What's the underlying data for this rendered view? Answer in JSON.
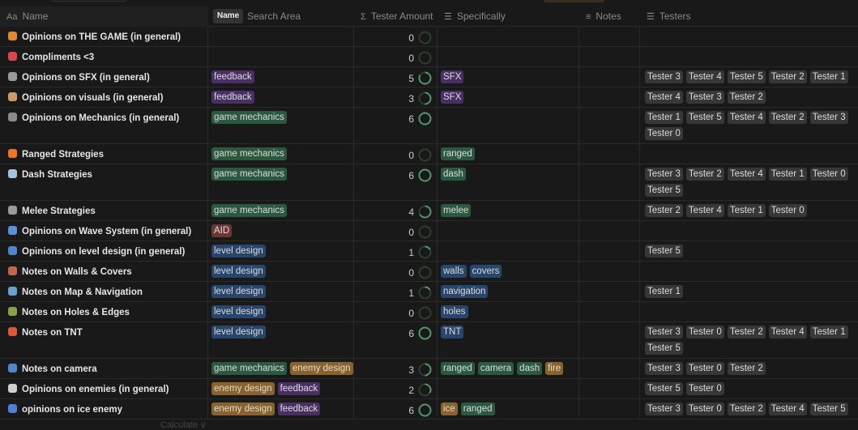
{
  "header": {
    "columns": [
      {
        "icon": "Aa",
        "label": "Name"
      },
      {
        "icon": "",
        "label": "Search Area"
      },
      {
        "icon": "Σ",
        "label": "Tester Amount"
      },
      {
        "icon": "☰",
        "label": "Specifically"
      },
      {
        "icon": "≡",
        "label": "Notes"
      },
      {
        "icon": "☰",
        "label": "Testers"
      }
    ],
    "tooltip": "Name"
  },
  "colors": {
    "purple": "#492f64",
    "green": "#2b593f",
    "brown": "#89632a",
    "blue": "#28456c",
    "red": "#6e3630",
    "gray": "#373737",
    "ring": "#4f9768"
  },
  "max_testers": 6,
  "rows": [
    {
      "icon": "basketball-icon",
      "icon_color": "#e0892d",
      "name": "Opinions on THE GAME (in general)",
      "area": [],
      "amount": 0,
      "specific": [],
      "testers": []
    },
    {
      "icon": "heart-icon",
      "icon_color": "#d9484f",
      "name": "Compliments <3",
      "area": [],
      "amount": 0,
      "specific": [],
      "testers": []
    },
    {
      "icon": "speaker-icon",
      "icon_color": "#9a9a9a",
      "name": "Opinions on SFX (in general)",
      "area": [
        {
          "label": "feedback",
          "color": "purple"
        }
      ],
      "amount": 5,
      "specific": [
        {
          "label": "SFX",
          "color": "purple"
        }
      ],
      "testers": [
        "Tester 3",
        "Tester 4",
        "Tester 5",
        "Tester 2",
        "Tester 1"
      ]
    },
    {
      "icon": "palette-icon",
      "icon_color": "#c99a6a",
      "name": "Opinions on visuals (in general)",
      "area": [
        {
          "label": "feedback",
          "color": "purple"
        }
      ],
      "amount": 3,
      "specific": [
        {
          "label": "SFX",
          "color": "purple"
        }
      ],
      "testers": [
        "Tester 4",
        "Tester 3",
        "Tester 2"
      ]
    },
    {
      "icon": "wrench-icon",
      "icon_color": "#8a8a8a",
      "name": "Opinions on Mechanics (in general)",
      "area": [
        {
          "label": "game mechanics",
          "color": "green"
        }
      ],
      "amount": 6,
      "specific": [],
      "testers": [
        "Tester 1",
        "Tester 5",
        "Tester 4",
        "Tester 2",
        "Tester 3",
        "Tester 0"
      ]
    },
    {
      "icon": "fire-icon",
      "icon_color": "#e8762d",
      "name": "Ranged Strategies",
      "area": [
        {
          "label": "game mechanics",
          "color": "green"
        }
      ],
      "amount": 0,
      "specific": [
        {
          "label": "ranged",
          "color": "green"
        }
      ],
      "testers": []
    },
    {
      "icon": "wind-icon",
      "icon_color": "#a8c4dc",
      "name": "Dash Strategies",
      "area": [
        {
          "label": "game mechanics",
          "color": "green"
        }
      ],
      "amount": 6,
      "specific": [
        {
          "label": "dash",
          "color": "green"
        }
      ],
      "testers": [
        "Tester 3",
        "Tester 2",
        "Tester 4",
        "Tester 1",
        "Tester 0",
        "Tester 5"
      ]
    },
    {
      "icon": "crossed-swords-icon",
      "icon_color": "#9a9a9a",
      "name": "Melee Strategies",
      "area": [
        {
          "label": "game mechanics",
          "color": "green"
        }
      ],
      "amount": 4,
      "specific": [
        {
          "label": "melee",
          "color": "green"
        }
      ],
      "testers": [
        "Tester 2",
        "Tester 4",
        "Tester 1",
        "Tester 0"
      ]
    },
    {
      "icon": "wave-icon",
      "icon_color": "#5b8fd6",
      "name": "Opinions on Wave System (in general)",
      "area": [
        {
          "label": "AID",
          "color": "red"
        }
      ],
      "amount": 0,
      "specific": [],
      "testers": []
    },
    {
      "icon": "globe-icon",
      "icon_color": "#4d86c9",
      "name": "Opinions on level design (in general)",
      "area": [
        {
          "label": "level design",
          "color": "blue"
        }
      ],
      "amount": 1,
      "specific": [],
      "testers": [
        "Tester 5"
      ]
    },
    {
      "icon": "bricks-icon",
      "icon_color": "#c0694a",
      "name": "Notes on Walls & Covers",
      "area": [
        {
          "label": "level design",
          "color": "blue"
        }
      ],
      "amount": 0,
      "specific": [
        {
          "label": "walls",
          "color": "blue"
        },
        {
          "label": "covers",
          "color": "blue"
        }
      ],
      "testers": []
    },
    {
      "icon": "map-icon",
      "icon_color": "#6aa0c9",
      "name": "Notes on Map & Navigation",
      "area": [
        {
          "label": "level design",
          "color": "blue"
        }
      ],
      "amount": 1,
      "specific": [
        {
          "label": "navigation",
          "color": "blue"
        }
      ],
      "testers": [
        "Tester 1"
      ]
    },
    {
      "icon": "hole-icon",
      "icon_color": "#8aa04a",
      "name": "Notes on Holes & Edges",
      "area": [
        {
          "label": "level design",
          "color": "blue"
        }
      ],
      "amount": 0,
      "specific": [
        {
          "label": "holes",
          "color": "blue"
        }
      ],
      "testers": []
    },
    {
      "icon": "explosion-icon",
      "icon_color": "#e0543a",
      "name": "Notes on TNT",
      "area": [
        {
          "label": "level design",
          "color": "blue"
        }
      ],
      "amount": 6,
      "specific": [
        {
          "label": "TNT",
          "color": "blue"
        }
      ],
      "testers": [
        "Tester 3",
        "Tester 0",
        "Tester 2",
        "Tester 4",
        "Tester 1",
        "Tester 5"
      ]
    },
    {
      "icon": "camera-icon",
      "icon_color": "#4d86c9",
      "name": "Notes on camera",
      "area": [
        {
          "label": "game mechanics",
          "color": "green"
        },
        {
          "label": "enemy design",
          "color": "brown"
        }
      ],
      "amount": 3,
      "specific": [
        {
          "label": "ranged",
          "color": "green"
        },
        {
          "label": "camera",
          "color": "green"
        },
        {
          "label": "dash",
          "color": "green"
        },
        {
          "label": "fire",
          "color": "brown"
        }
      ],
      "testers": [
        "Tester 3",
        "Tester 0",
        "Tester 2"
      ]
    },
    {
      "icon": "enemy-icon",
      "icon_color": "#cfcfcf",
      "name": "Opinions on enemies (in general)",
      "area": [
        {
          "label": "enemy design",
          "color": "brown"
        },
        {
          "label": "feedback",
          "color": "purple"
        }
      ],
      "amount": 2,
      "specific": [],
      "testers": [
        "Tester 5",
        "Tester 0"
      ]
    },
    {
      "icon": "skull-icon",
      "icon_color": "#4d7fd6",
      "name": "opinions on ice enemy",
      "area": [
        {
          "label": "enemy design",
          "color": "brown"
        },
        {
          "label": "feedback",
          "color": "purple"
        }
      ],
      "amount": 6,
      "specific": [
        {
          "label": "ice",
          "color": "brown"
        },
        {
          "label": "ranged",
          "color": "green"
        }
      ],
      "testers": [
        "Tester 3",
        "Tester 0",
        "Tester 2",
        "Tester 4",
        "Tester 5"
      ]
    }
  ],
  "footer": {
    "calculate": "Calculate ∨"
  }
}
